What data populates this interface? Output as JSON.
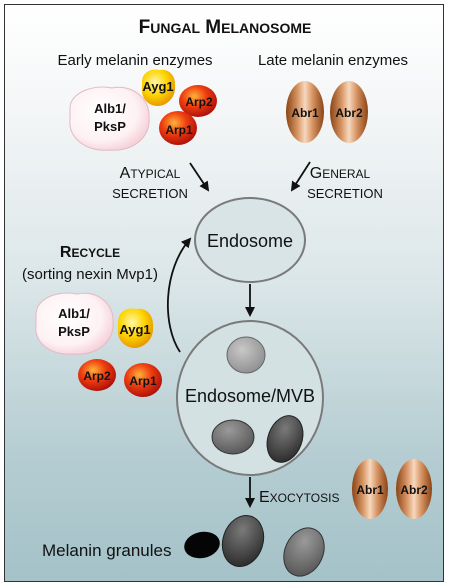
{
  "title": {
    "first": "F",
    "first_rest": "UNGAL",
    "second": "M",
    "second_rest": "ELANOSOME",
    "color": "#8b1a1a"
  },
  "headings": {
    "early": "Early melanin enzymes",
    "late": "Late melanin enzymes"
  },
  "enzymes": {
    "alb1": [
      "Alb1/",
      "PksP"
    ],
    "ayg1": "Ayg1",
    "arp1": "Arp1",
    "arp2": "Arp2",
    "abr1": "Abr1",
    "abr2": "Abr2"
  },
  "atypical": {
    "line1_cap": "A",
    "line1_rest": "TYPICAL",
    "line2": "SECRETION"
  },
  "general": {
    "line1_cap": "G",
    "line1_rest": "ENERAL",
    "line2": "SECRETION"
  },
  "recycle": {
    "cap": "R",
    "rest": "ECYCLE",
    "sub": "(sorting nexin Mvp1)"
  },
  "organelles": {
    "endosome": "Endosome",
    "mvb": "Endosome/MVB"
  },
  "exocytosis": {
    "cap": "E",
    "rest": "XOCYTOSIS"
  },
  "granules_label": "Melanin granules",
  "colors": {
    "alb1": "#fbe3e8",
    "ayg1": "#f2c400",
    "arp": "#d62a0a",
    "abr": "#b8682e",
    "granule_light": "#a6a6a6",
    "granule_dark": "#4a4a4a",
    "granule_black": "#050505"
  }
}
